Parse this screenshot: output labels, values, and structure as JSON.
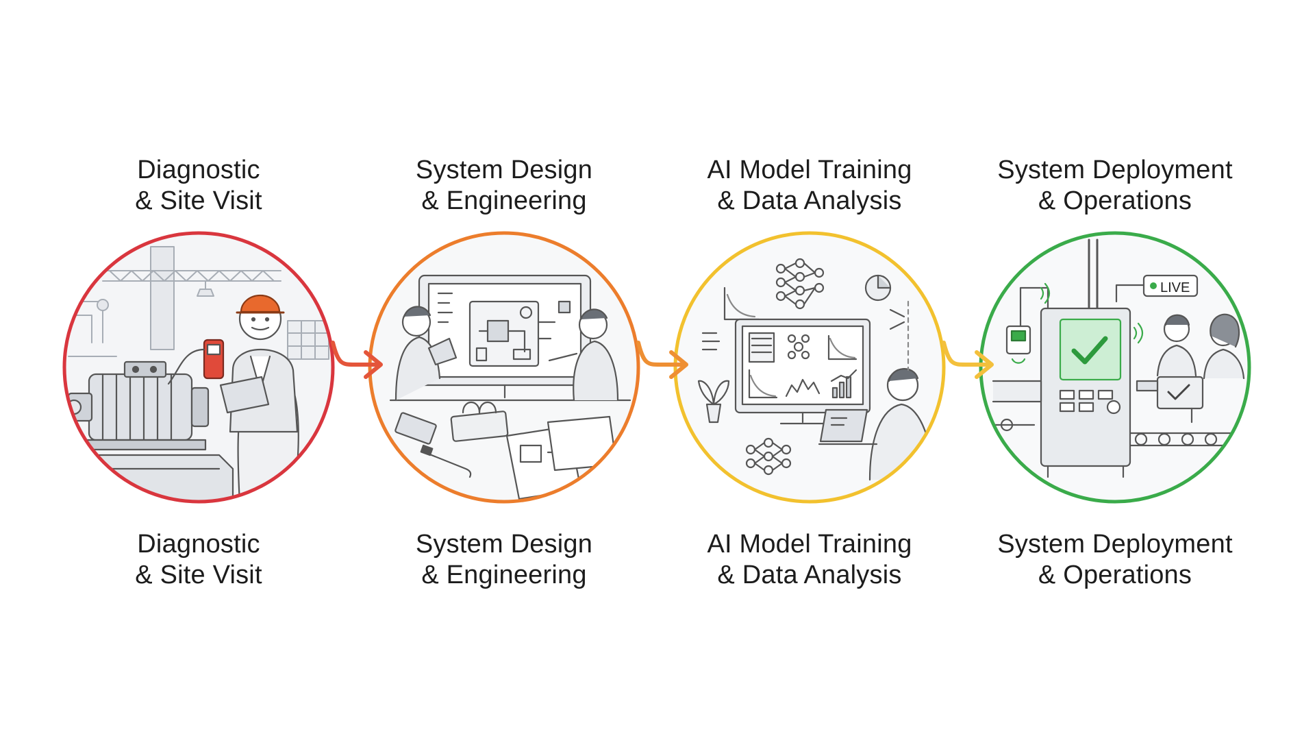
{
  "stages": [
    {
      "id": "diagnostic",
      "top_lines": [
        "Diagnostic",
        "& Site Visit"
      ],
      "bottom_lines": [
        "Diagnostic",
        "& Site Visit"
      ],
      "color": "#d9363e",
      "illustration": "technician-inspecting-motor"
    },
    {
      "id": "design",
      "top_lines": [
        "System Design",
        "& Engineering"
      ],
      "bottom_lines": [
        "System Design",
        "& Engineering"
      ],
      "color": "#ec7d2c",
      "illustration": "engineers-designing-circuit-board"
    },
    {
      "id": "training",
      "top_lines": [
        "AI Model Training",
        "& Data Analysis"
      ],
      "bottom_lines": [
        "AI Model Training",
        "& Data Analysis"
      ],
      "color": "#f2c12e",
      "illustration": "analyst-training-neural-network"
    },
    {
      "id": "deployment",
      "top_lines": [
        "System Deployment",
        "& Operations"
      ],
      "bottom_lines": [
        "System Deployment",
        "& Operations"
      ],
      "color": "#3aab4a",
      "illustration": "deployed-system-with-operators",
      "badge": "LIVE"
    }
  ],
  "connector_colors": [
    "#e4553a",
    "#ee8f33",
    "#f3c03c"
  ],
  "icons": [
    "right-arrow-icon",
    "check-icon",
    "live-dot-icon",
    "wifi-signal-icon"
  ]
}
